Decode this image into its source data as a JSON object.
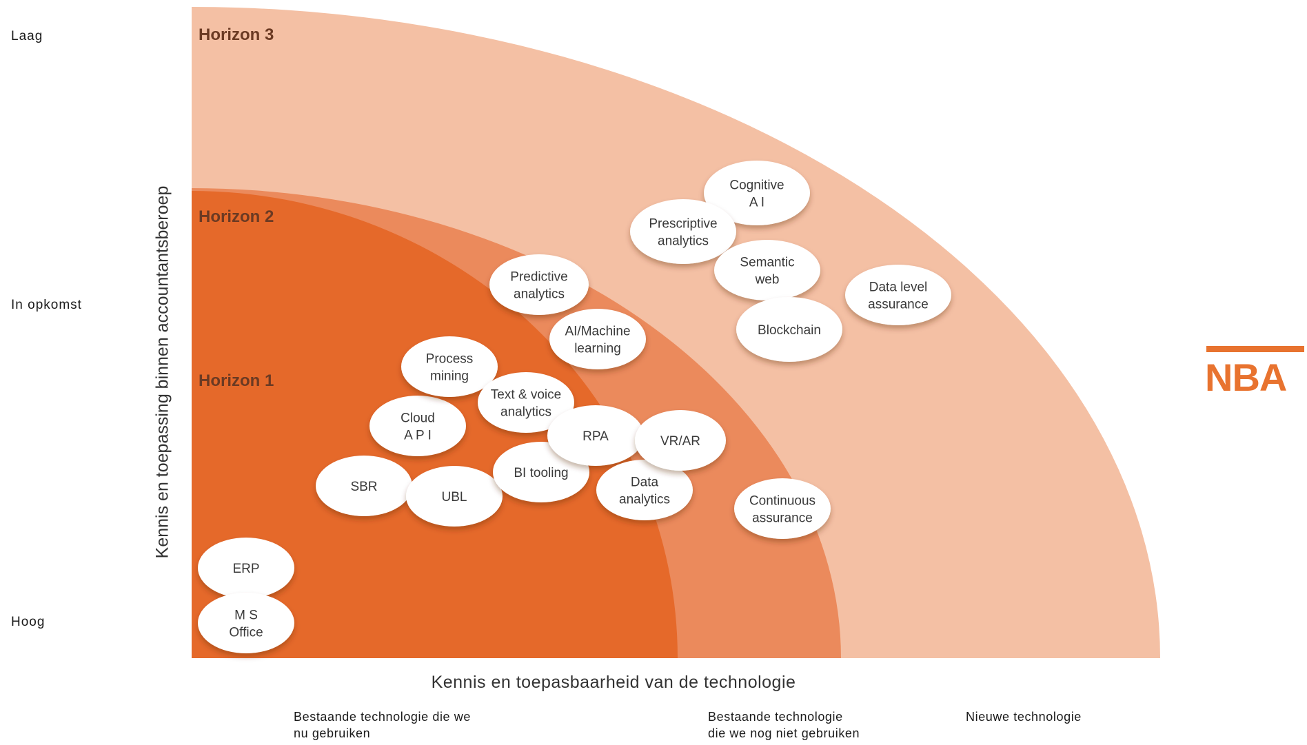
{
  "colors": {
    "horizon1": "#e5692a",
    "horizon2": "#eb8a5c",
    "horizon3": "#f4c0a4",
    "bubble": "#ffffff",
    "bubble_text": "#3a3a3a",
    "horizon_label": "#6b3a23",
    "logo": "#e8732f"
  },
  "y_axis": {
    "title": "Kennis en toepassing binnen accountantsberoep",
    "levels": {
      "top": "Laag",
      "middle": "In opkomst",
      "bottom": "Hoog"
    }
  },
  "x_axis": {
    "title": "Kennis en toepasbaarheid van de technologie",
    "categories": [
      [
        "Bestaande technologie die we",
        "nu gebruiken"
      ],
      [
        "Bestaande technologie",
        "die we nog niet gebruiken"
      ],
      [
        "Nieuwe technologie"
      ]
    ]
  },
  "horizons": [
    "Horizon 1",
    "Horizon 2",
    "Horizon 3"
  ],
  "logo": {
    "text": "NBA"
  },
  "bubbles": [
    {
      "id": "erp",
      "lines": [
        "ERP"
      ],
      "horizon": 1
    },
    {
      "id": "ms-office",
      "lines": [
        "M S",
        "Office"
      ],
      "horizon": 1
    },
    {
      "id": "sbr",
      "lines": [
        "SBR"
      ],
      "horizon": 1
    },
    {
      "id": "ubl",
      "lines": [
        "UBL"
      ],
      "horizon": 1
    },
    {
      "id": "cloud-api",
      "lines": [
        "Cloud",
        "A P I"
      ],
      "horizon": 1
    },
    {
      "id": "process-mining",
      "lines": [
        "Process",
        "mining"
      ],
      "horizon": 1
    },
    {
      "id": "text-voice-analytics",
      "lines": [
        "Text & voice",
        "analytics"
      ],
      "horizon": 1
    },
    {
      "id": "bi-tooling",
      "lines": [
        "BI tooling"
      ],
      "horizon": 1
    },
    {
      "id": "rpa",
      "lines": [
        "RPA"
      ],
      "horizon": 1
    },
    {
      "id": "data-analytics",
      "lines": [
        "Data",
        "analytics"
      ],
      "horizon": 2
    },
    {
      "id": "vr-ar",
      "lines": [
        "VR/AR"
      ],
      "horizon": 2
    },
    {
      "id": "continuous-assurance",
      "lines": [
        "Continuous",
        "assurance"
      ],
      "horizon": 2
    },
    {
      "id": "predictive-analytics",
      "lines": [
        "Predictive",
        "analytics"
      ],
      "horizon": 2
    },
    {
      "id": "ai-machine-learning",
      "lines": [
        "AI/Machine",
        "learning"
      ],
      "horizon": 2
    },
    {
      "id": "cognitive-ai",
      "lines": [
        "Cognitive",
        "A I"
      ],
      "horizon": 3
    },
    {
      "id": "prescriptive-analytics",
      "lines": [
        "Prescriptive",
        "analytics"
      ],
      "horizon": 3
    },
    {
      "id": "semantic-web",
      "lines": [
        "Semantic",
        "web"
      ],
      "horizon": 3
    },
    {
      "id": "blockchain",
      "lines": [
        "Blockchain"
      ],
      "horizon": 3
    },
    {
      "id": "data-level-assurance",
      "lines": [
        "Data level",
        "assurance"
      ],
      "horizon": 3
    }
  ]
}
